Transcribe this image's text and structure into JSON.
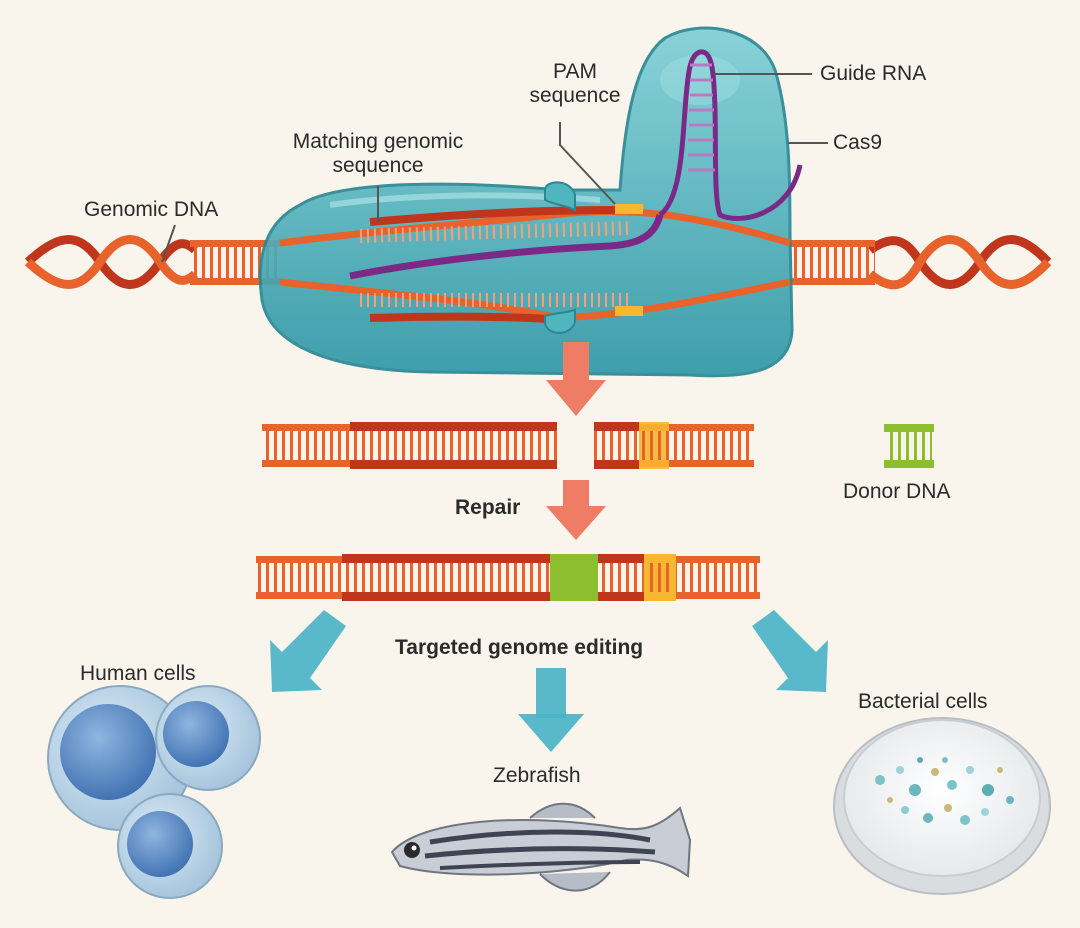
{
  "labels": {
    "genomic_dna": "Genomic DNA",
    "matching_line1": "Matching genomic",
    "matching_line2": "sequence",
    "pam_line1": "PAM",
    "pam_line2": "sequence",
    "guide_rna": "Guide RNA",
    "cas9": "Cas9",
    "donor_dna": "Donor DNA",
    "repair": "Repair",
    "targeted": "Targeted genome editing",
    "human_cells": "Human cells",
    "zebrafish": "Zebrafish",
    "bacterial_cells": "Bacterial cells"
  },
  "colors": {
    "background": "#faf5ec",
    "dna_orange": "#e8622c",
    "dna_red": "#c0361c",
    "pam_yellow": "#f6b731",
    "donor_green": "#8dbe2f",
    "guide_purple": "#7a2a86",
    "cas9_teal": "#44aeb8",
    "arrow_salmon": "#ef7c64",
    "arrow_teal": "#47b3c8"
  }
}
